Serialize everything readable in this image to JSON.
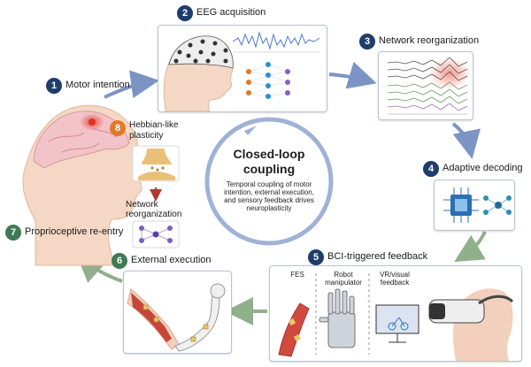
{
  "steps": [
    {
      "num": "1",
      "label": "Motor intention"
    },
    {
      "num": "2",
      "label": "EEG acquisition"
    },
    {
      "num": "3",
      "label": "Network reorganization"
    },
    {
      "num": "4",
      "label": "Adaptive decoding"
    },
    {
      "num": "5",
      "label": "BCI-triggered feedback"
    },
    {
      "num": "6",
      "label": "External execution"
    },
    {
      "num": "7",
      "label": "Proprioceptive re-entry"
    },
    {
      "num": "8",
      "label_line1": "Hebbian-like",
      "label_line2": "plasticity"
    }
  ],
  "sub": {
    "network_line1": "Network",
    "network_line2": "reorganization"
  },
  "center": {
    "title_line1": "Closed-loop",
    "title_line2": "coupling",
    "desc_line1": "Temporal coupling of motor",
    "desc_line2": "intention, external execution,",
    "desc_line3": "and sensory feedback drives",
    "desc_line4": "neuroplasticity"
  },
  "feedback": {
    "fes": "FES",
    "robot_line1": "Robot",
    "robot_line2": "manipulator",
    "vr_line1": "VR/visual",
    "vr_line2": "feedback"
  },
  "colors": {
    "badge": "#1f3d6b",
    "arrow_blue": "#7b94c4",
    "arrow_green": "#8fb08a",
    "accent_red": "#d9453a"
  }
}
